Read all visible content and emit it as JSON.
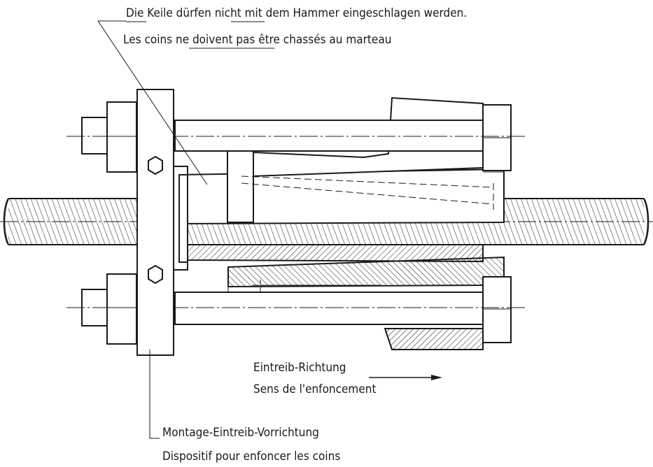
{
  "warning": {
    "de_before": "Die",
    "de_mid": " Keile dürfen ",
    "de_emph": "nicht",
    "de_after": " mit dem Hammer eingeschlagen werden.",
    "fr_before": "Les coins ",
    "fr_emph": "ne doivent pas",
    "fr_after": " être chassés au marteau"
  },
  "direction": {
    "de": "Eintreib-Richtung",
    "fr": "Sens de l'enfoncement"
  },
  "device": {
    "de": "Montage-Eintreib-Vorrichtung",
    "fr": "Dispositif pour enfoncer les coins"
  },
  "colors": {
    "ink": "#1a1a1a",
    "paper": "#ffffff"
  }
}
